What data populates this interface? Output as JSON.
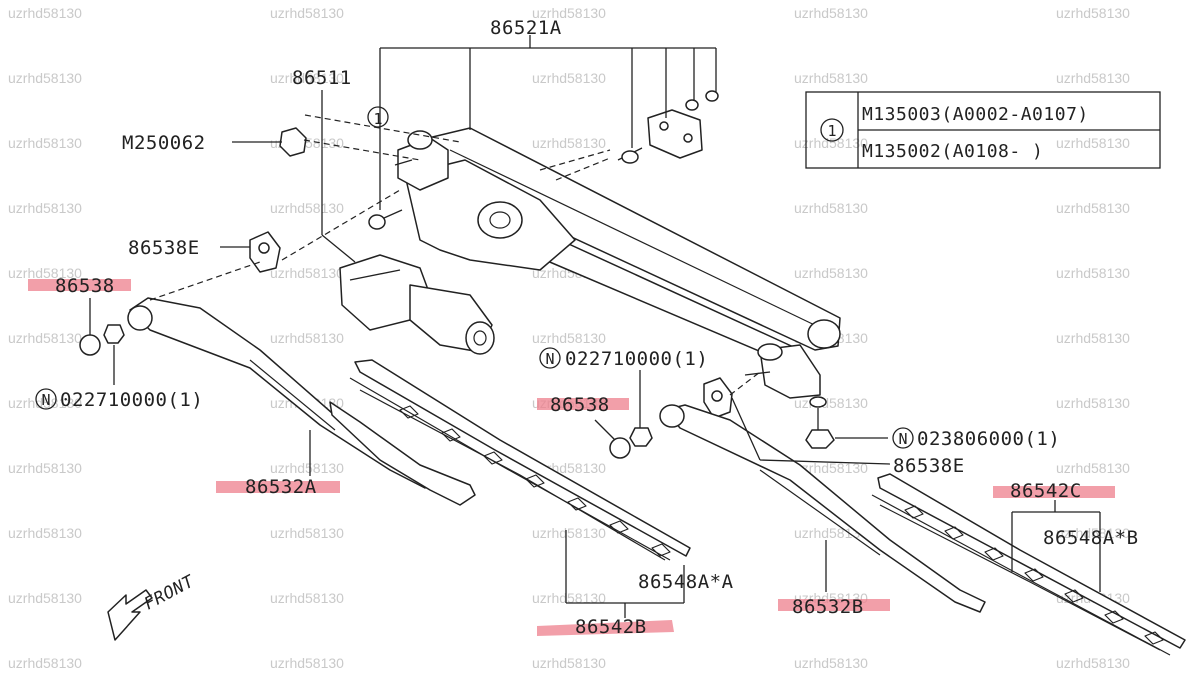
{
  "colors": {
    "highlight": "#ee7f8c",
    "ink": "#222222",
    "watermark": "#c9c9c9"
  },
  "watermark": "uzrhd58130",
  "labels": {
    "p86521A": "86521A",
    "p86511": "86511",
    "pM250062": "M250062",
    "p86538E_left": "86538E",
    "p86538_left": "86538",
    "nut_left": "022710000(1)",
    "p86532A": "86532A",
    "nut_mid": "022710000(1)",
    "p86538_mid": "86538",
    "nut_right": "023806000(1)",
    "p86538E_right": "86538E",
    "p86542C": "86542C",
    "p86548AB": "86548A*B",
    "p86548AA": "86548A*A",
    "p86532B": "86532B",
    "p86542B": "86542B",
    "circle_n": "N",
    "circle_1": "1",
    "front": "FRONT"
  },
  "legend_table": {
    "key": "1",
    "rows": [
      "M135003(A0002-A0107)",
      "M135002(A0108-   )"
    ]
  },
  "highlighted_parts": [
    "86538",
    "86532A",
    "86538",
    "86542C",
    "86532B",
    "86542B"
  ]
}
